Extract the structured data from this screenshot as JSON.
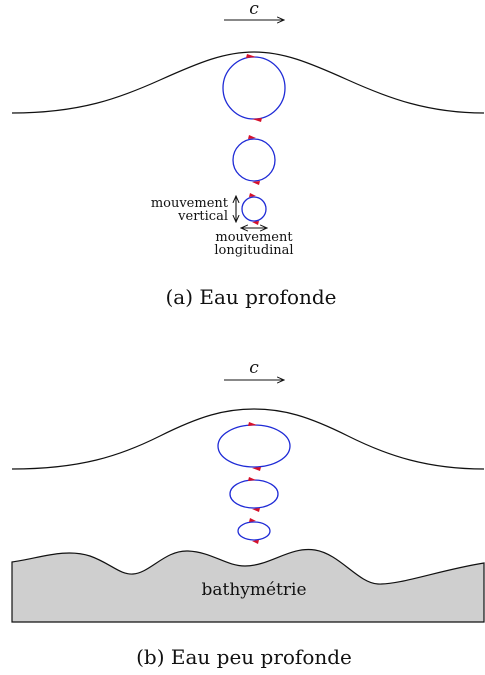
{
  "panel_a": {
    "speed_label": "c",
    "vertical_label_line1": "mouvement",
    "vertical_label_line2": "vertical",
    "longitudinal_label_line1": "mouvement",
    "longitudinal_label_line2": "longitudinal",
    "caption": "(a) Eau profonde"
  },
  "panel_b": {
    "speed_label": "c",
    "seabed_label": "bathymétrie",
    "caption": "(b) Eau peu profonde"
  },
  "colors": {
    "orbit": "#1f2bd6",
    "arrowhead": "#d6102a",
    "seabed_fill": "#cfcfcf"
  }
}
